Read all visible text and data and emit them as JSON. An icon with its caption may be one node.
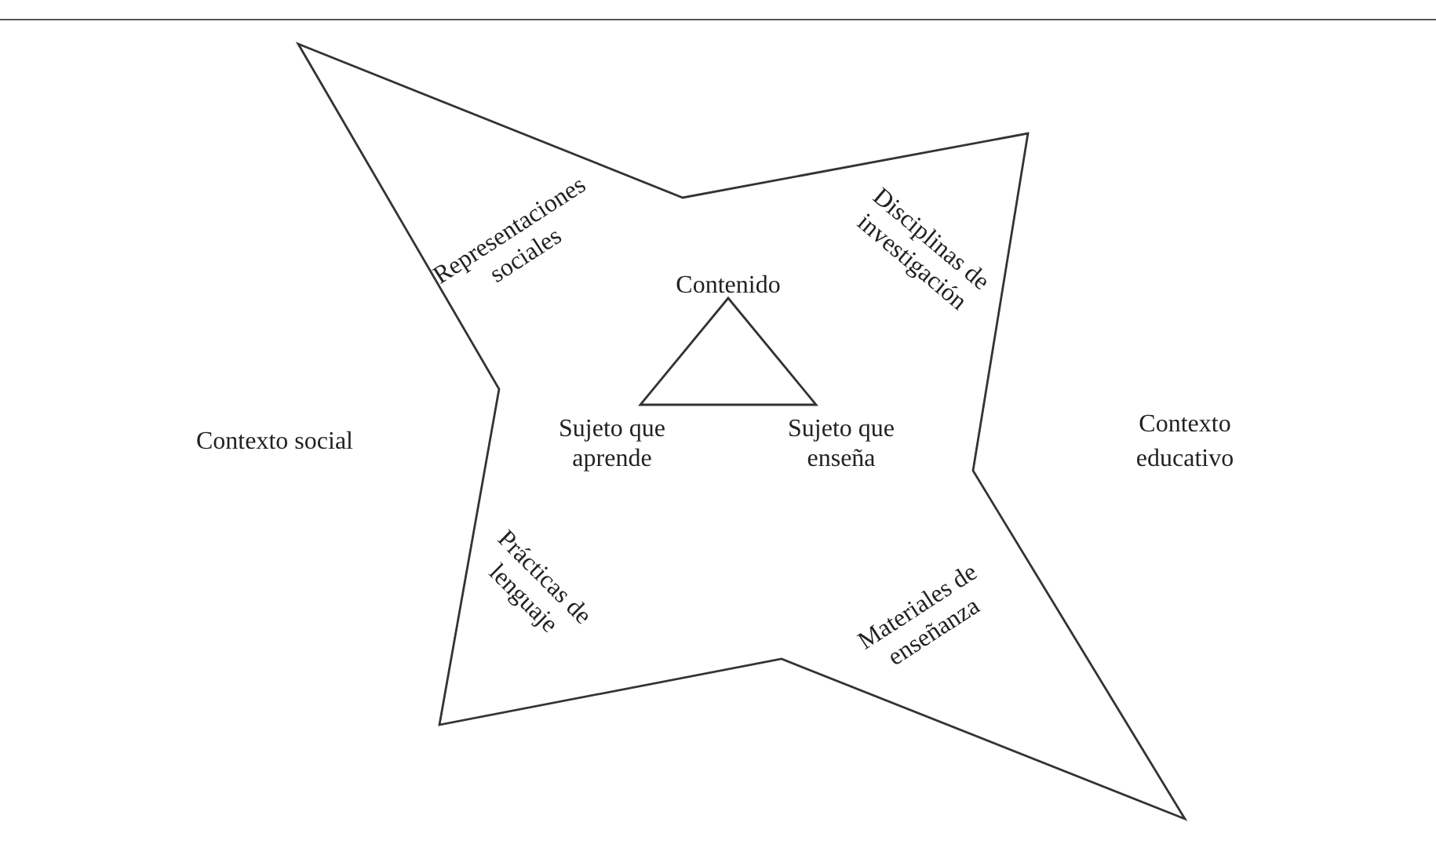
{
  "diagram": {
    "nodes": [
      {
        "text": [
          "Representaciones sociales",
          "Disciplinas de investigación",
          "Prácticas de lenguaje",
          "Materiales de enseñanza"
        ]
      },
      {
        "text": [
          "Contenido",
          "Sujeto que aprende",
          "Sujeto que enseña"
        ],
        "in": 0
      }
    ],
    "labels": [
      "Contexto social",
      "Contexto educativo"
    ]
  }
}
